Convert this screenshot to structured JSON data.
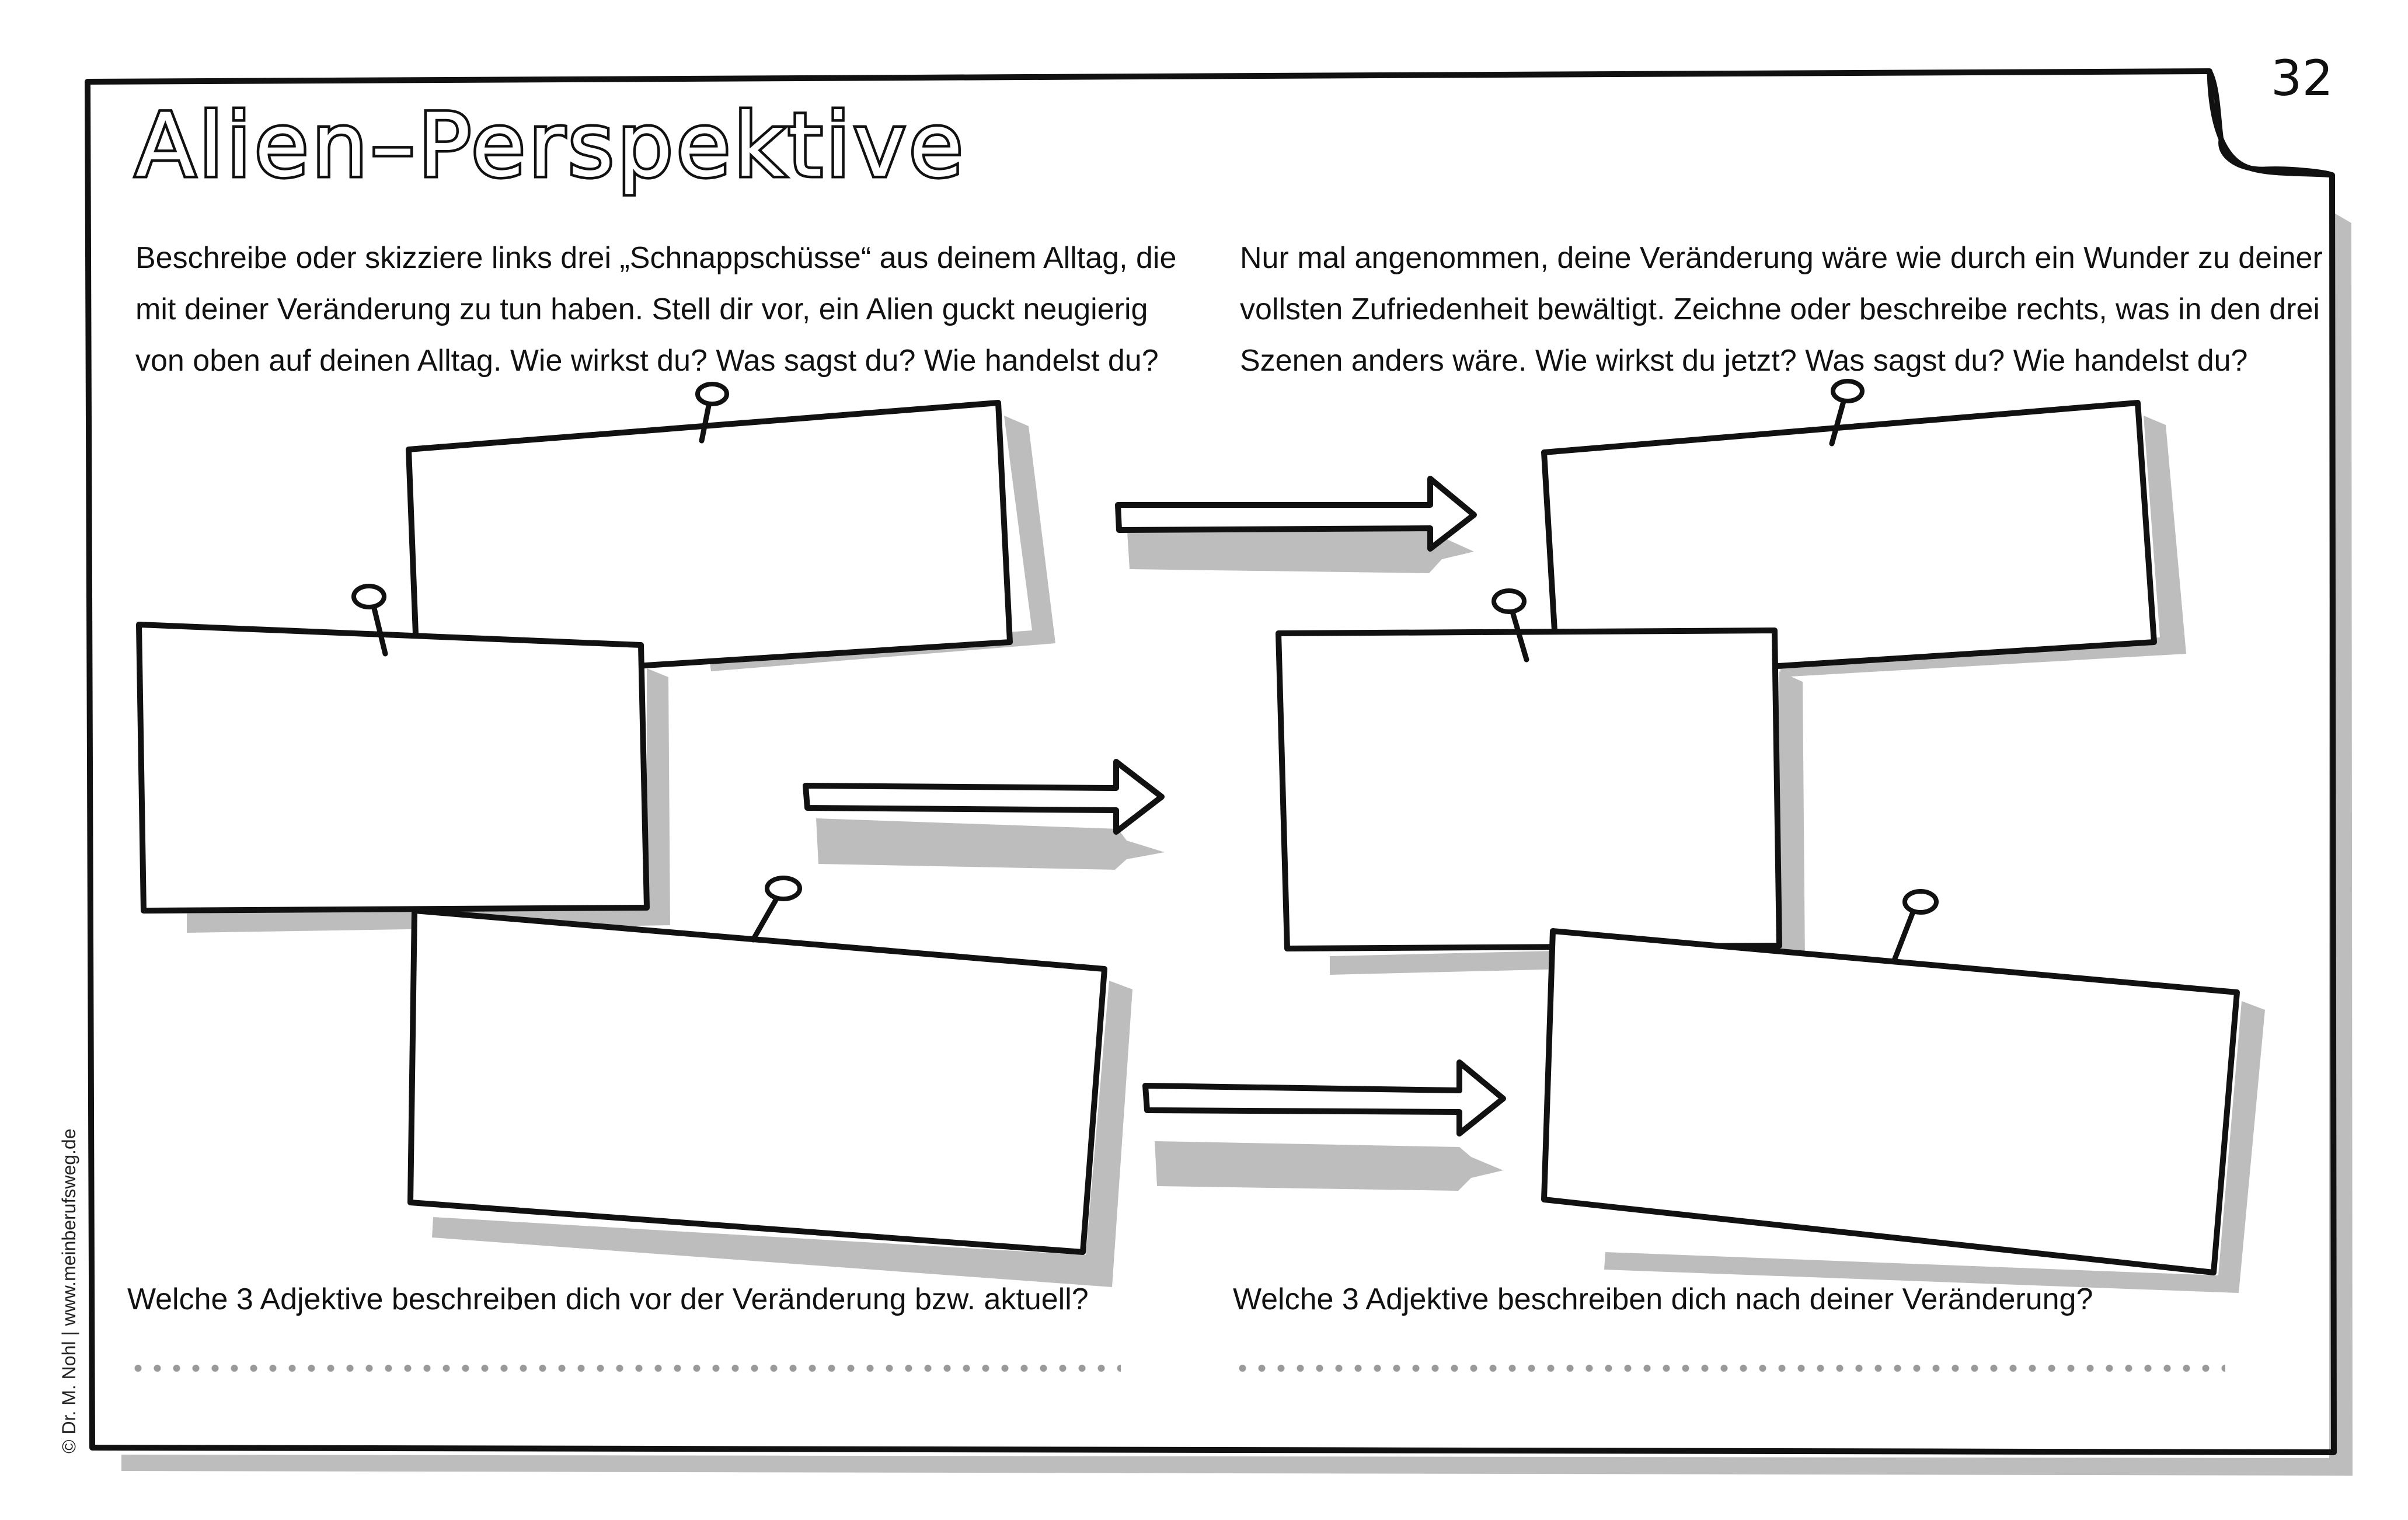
{
  "worksheet": {
    "title": "Alien–Perspektive",
    "page_number": "32",
    "intro_left": "Beschreibe oder skizziere links drei „Schnappschüsse“ aus deinem Alltag, die mit deiner Veränderung zu tun haben. Stell dir vor, ein Alien guckt neugierig von oben auf deinen Alltag. Wie wirkst du? Was sagst du? Wie handelst du?",
    "intro_right": "Nur mal angenommen, deine Veränderung wäre wie durch ein Wunder zu deiner vollsten Zufriedenheit bewältigt. Zeichne oder beschreibe rechts, was in den drei Szenen anders wäre. Wie wirkst du jetzt? Was sagst du? Wie handelst du?",
    "question_left": "Welche 3 Adjektive beschreiben dich vor der Veränderung bzw. aktuell?",
    "question_right": "Welche 3 Adjektive beschreiben dich nach deiner Veränderung?",
    "copyright": "© Dr. M. Nohl | www.meinberufsweg.de"
  },
  "colors": {
    "ink": "#111111",
    "shadow": "#bdbdbd",
    "dots": "#9a9a9a",
    "paper": "#ffffff"
  },
  "icons": {
    "pin": "pushpin-icon",
    "arrow": "arrow-right-icon",
    "page_curl": "page-curl-corner"
  }
}
